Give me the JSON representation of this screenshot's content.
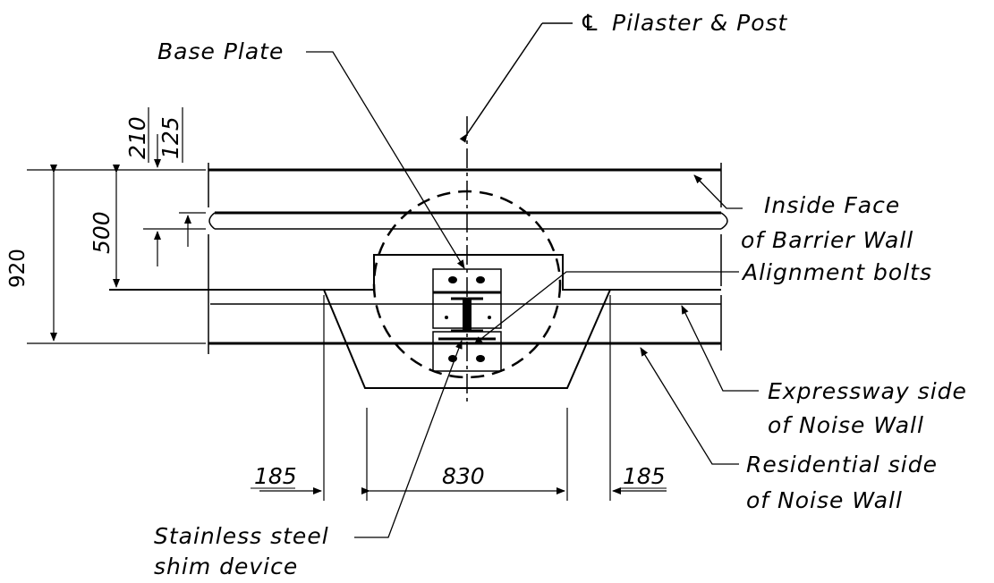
{
  "labels": {
    "centerline_symbol": "℄",
    "centerline": "Pilaster & Post",
    "base_plate": "Base Plate",
    "inside_face_line1": "Inside Face",
    "inside_face_line2": "of Barrier Wall",
    "alignment_bolts": "Alignment bolts",
    "expressway_line1": "Expressway side",
    "expressway_line2": "of Noise Wall",
    "residential_line1": "Residential side",
    "residential_line2": "of Noise Wall",
    "shim_line1": "Stainless steel",
    "shim_line2": "shim device"
  },
  "dimensions": {
    "d210": "210",
    "d125": "125",
    "d500": "500",
    "d920": "920",
    "d185_left": "185",
    "d830": "830",
    "d185_right": "185"
  }
}
